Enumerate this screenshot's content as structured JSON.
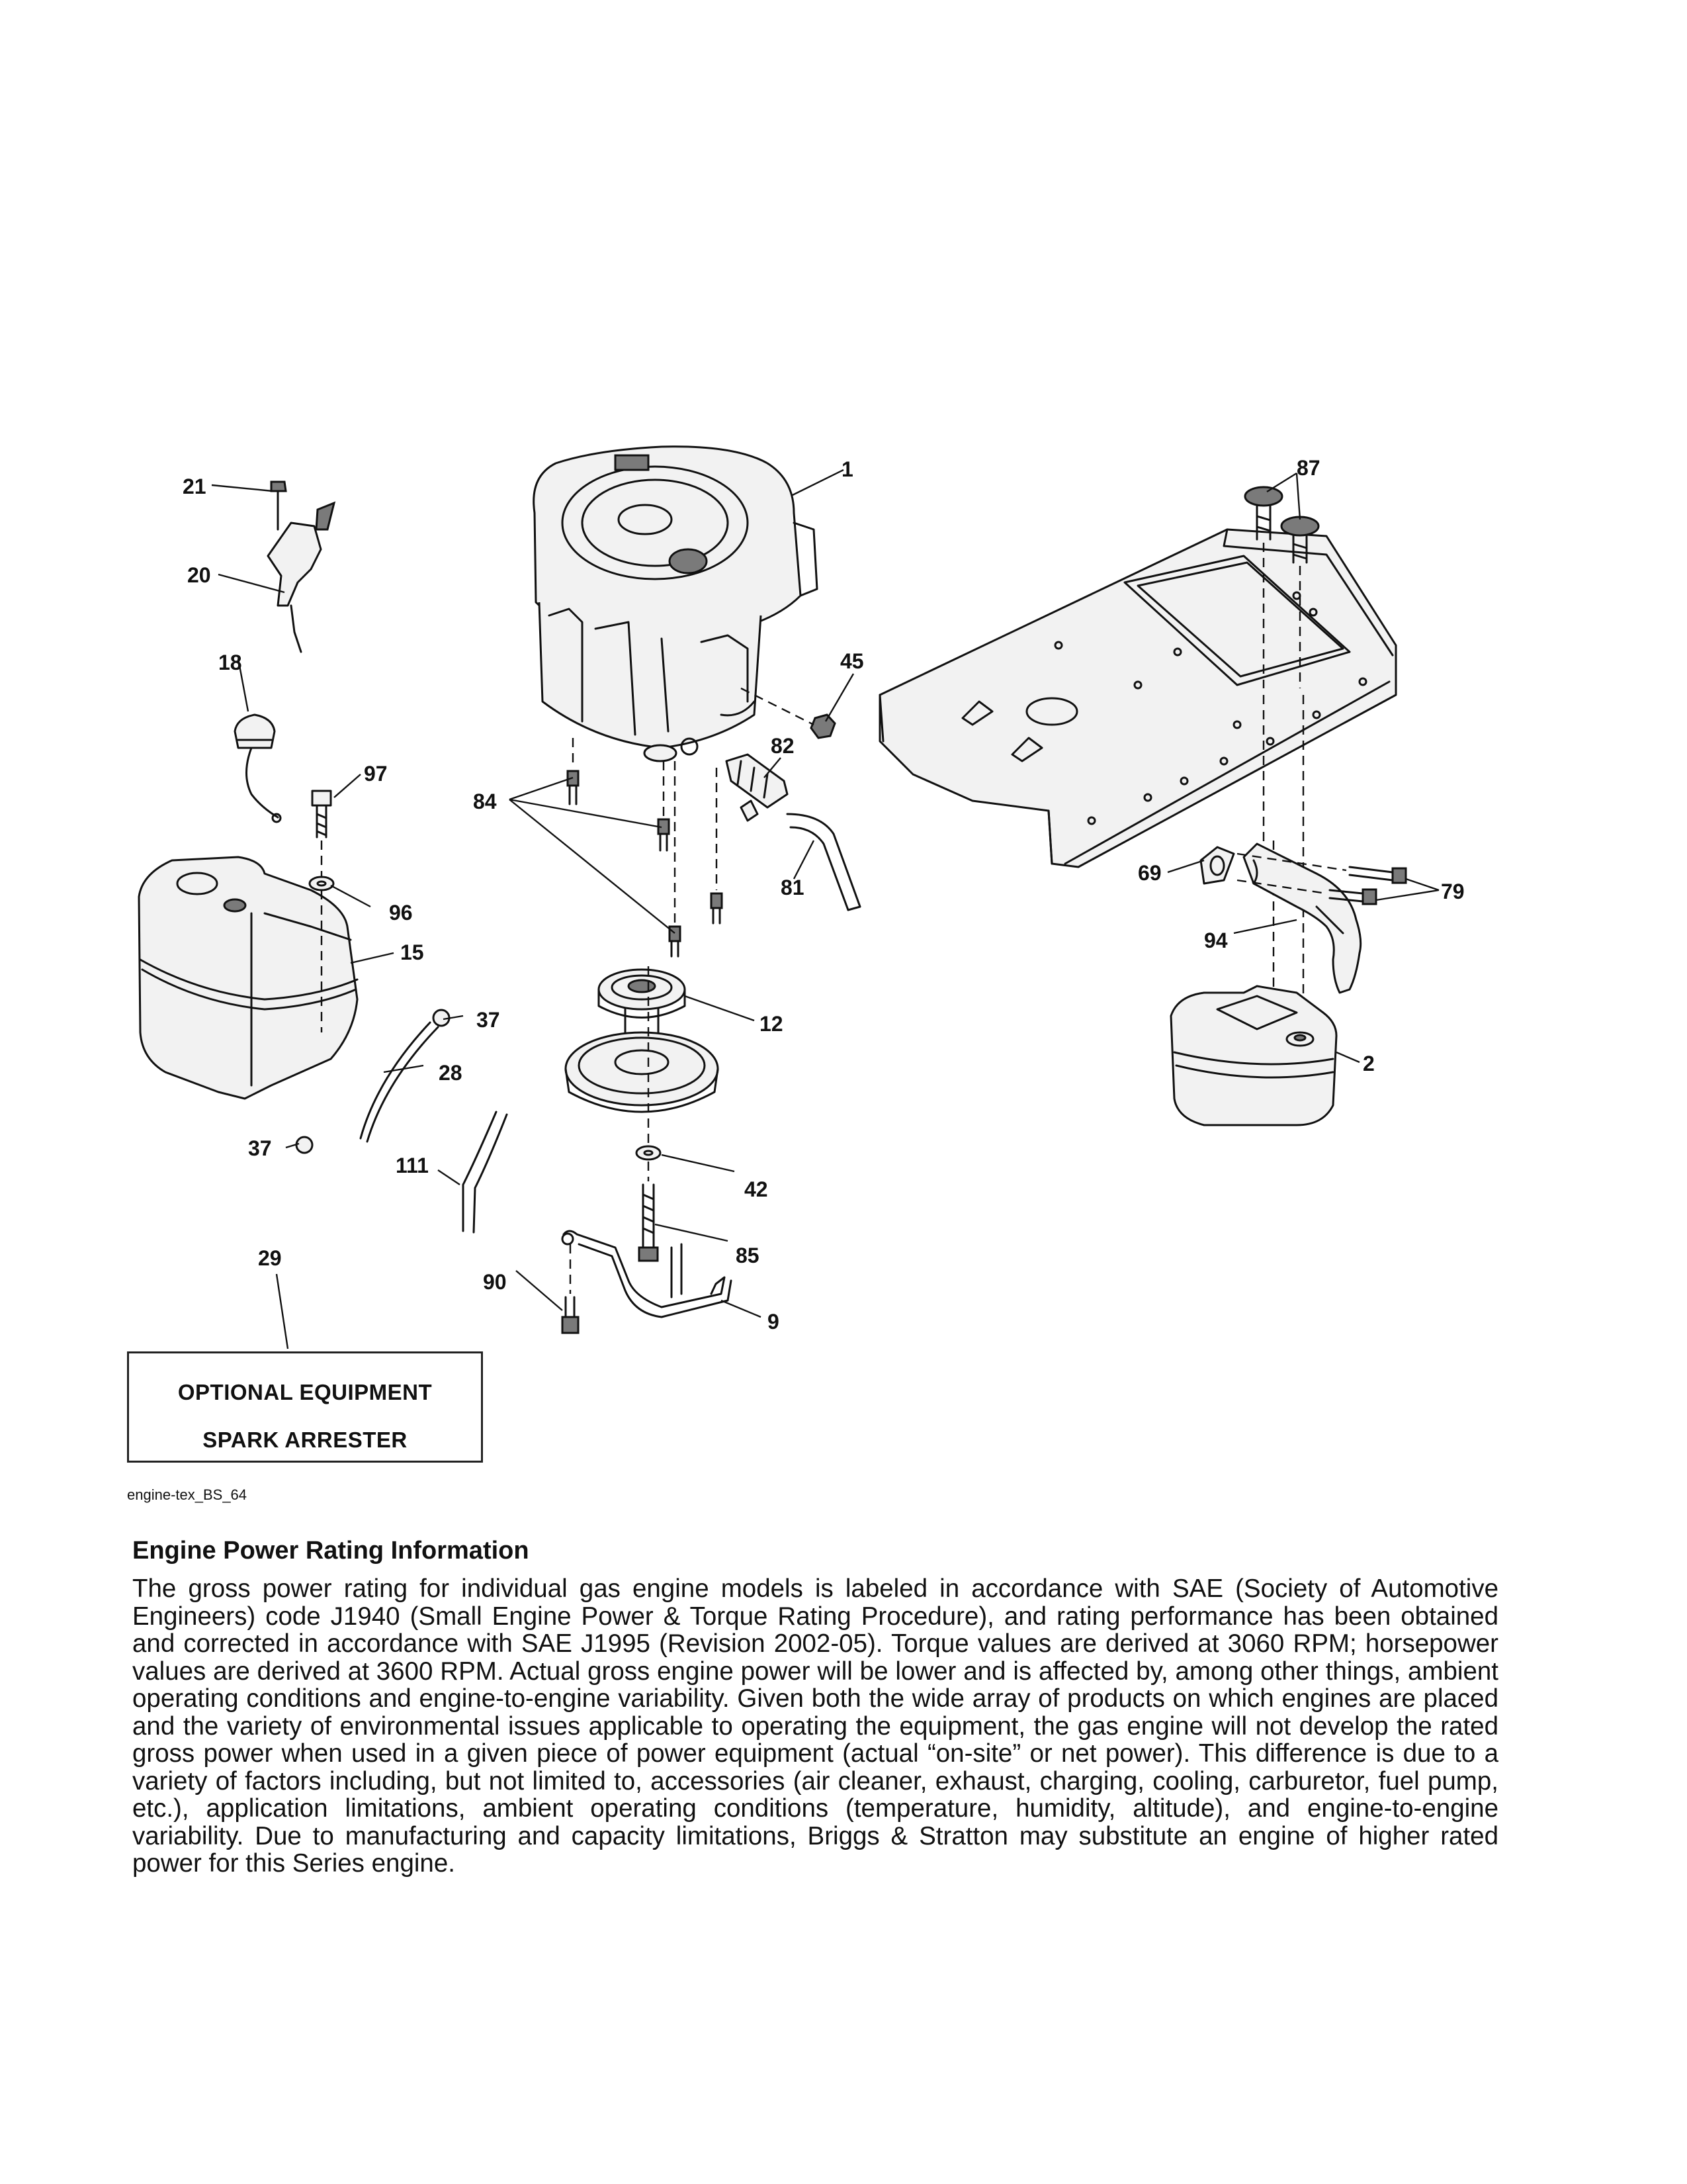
{
  "callouts": {
    "c1": "1",
    "c2": "2",
    "c9": "9",
    "c12": "12",
    "c15": "15",
    "c18": "18",
    "c20": "20",
    "c21": "21",
    "c28": "28",
    "c29": "29",
    "c37a": "37",
    "c37b": "37",
    "c42": "42",
    "c45": "45",
    "c69": "69",
    "c79": "79",
    "c81": "81",
    "c82": "82",
    "c84": "84",
    "c85": "85",
    "c87": "87",
    "c90": "90",
    "c94": "94",
    "c96": "96",
    "c97": "97",
    "c111": "111"
  },
  "optional_box": {
    "line1": "OPTIONAL EQUIPMENT",
    "line2": "SPARK ARRESTER"
  },
  "figure_id": "engine-tex_BS_64",
  "info": {
    "title": "Engine Power Rating Information",
    "body": "The gross power rating for individual gas engine models is labeled in accordance with SAE (Society of Automotive Engineers) code J1940 (Small Engine Power & Torque Rating Procedure), and rating performance has been obtained and corrected in accordance with SAE J1995 (Revision 2002-05). Torque values are derived at 3060 RPM; horsepower values are derived at 3600 RPM. Actual gross engine power will be lower and is affected by, among other things, ambient operating conditions and engine-to-engine variability. Given both the wide array of products on which engines are placed and the variety of environmental issues applicable to operating the equipment, the gas engine will not develop the rated gross power when used in a given piece of power equipment (actual “on-site” or net power). This difference is due to a variety of factors including, but not limited to, accessories (air cleaner, exhaust, charging, cooling, carburetor, fuel pump, etc.), application limitations, ambient operating conditions (temperature, humidity, altitude), and engine-to-engine variability. Due to manufacturing and capacity limitations, Briggs & Stratton may substitute an engine of higher rated power for this Series engine."
  }
}
